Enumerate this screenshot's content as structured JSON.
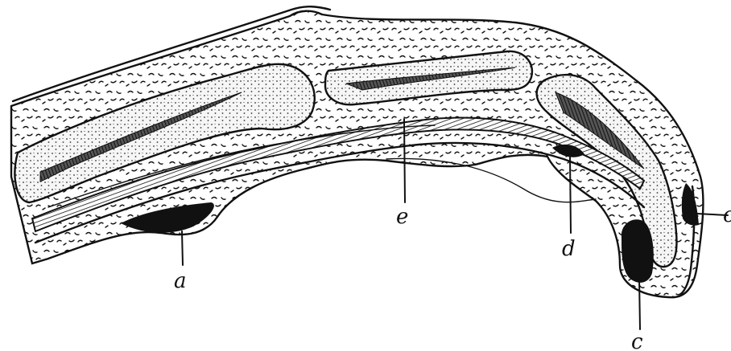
{
  "labels": {
    "a": "a",
    "c": "c",
    "d": "d",
    "e": "e",
    "f": "c"
  },
  "colors": {
    "ink": "#111111",
    "paper": "#ffffff",
    "bone_fill": "#f4f4f4"
  }
}
